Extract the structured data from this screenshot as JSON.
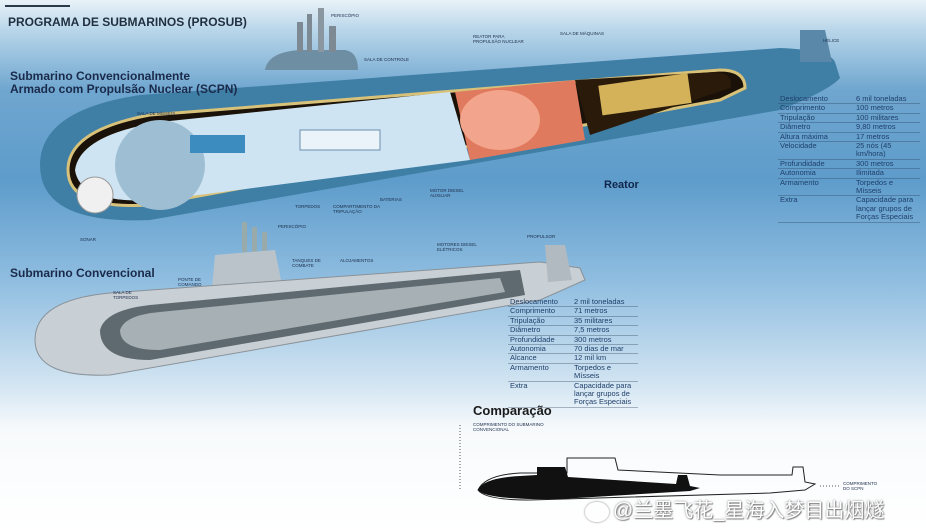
{
  "title": "PROGRAMA DE SUBMARINOS (PROSUB)",
  "nuclear": {
    "heading_line1": "Submarino Convencionalmente",
    "heading_line2": "Armado com Propulsão Nuclear (SCPN)",
    "reator_label": "Reator",
    "labels": {
      "periscope": "Periscópio",
      "control_room": "Sala de controle",
      "missile_room": "Sala de mísseis",
      "reactor": "Reator para propulsão nuclear",
      "machine_room": "Sala de máquinas",
      "propeller": "Hélice",
      "sonar": "Sonar",
      "torpedoes": "Torpedos",
      "crew": "Compartimento da tripulação",
      "batteries": "Baterias",
      "diesel": "Motor diesel auxiliar"
    },
    "specs": [
      {
        "k": "Deslocamento",
        "v": "6 mil toneladas"
      },
      {
        "k": "Comprimento",
        "v": "100 metros"
      },
      {
        "k": "Tripulação",
        "v": "100 militares"
      },
      {
        "k": "Diâmetro",
        "v": "9,80 metros"
      },
      {
        "k": "Altura máxima",
        "v": "17 metros"
      },
      {
        "k": "Velocidade",
        "v": "25 nós (45 km/hora)"
      },
      {
        "k": "Profundidade",
        "v": "300 metros"
      },
      {
        "k": "Autonomia",
        "v": "Ilimitada"
      },
      {
        "k": "Armamento",
        "v": "Torpedos e Mísseis"
      },
      {
        "k": "Extra",
        "v": "Capacidade para lançar grupos de Forças Especiais"
      }
    ]
  },
  "conventional": {
    "heading": "Submarino Convencional",
    "labels": {
      "periscope": "Periscópio",
      "torpedo_room": "Sala de torpedos",
      "bridge": "Ponte de comando",
      "tanks": "Tanques de combate",
      "quarters": "Alojamentos",
      "engines": "Motores diesel elétricos",
      "propeller": "Propulsor"
    },
    "specs": [
      {
        "k": "Deslocamento",
        "v": "2 mil toneladas"
      },
      {
        "k": "Comprimento",
        "v": "71 metros"
      },
      {
        "k": "Tripulação",
        "v": "35 militares"
      },
      {
        "k": "Diâmetro",
        "v": "7,5 metros"
      },
      {
        "k": "Profundidade",
        "v": "300 metros"
      },
      {
        "k": "Autonomia",
        "v": "70 dias de mar"
      },
      {
        "k": "Alcance",
        "v": "12 mil km"
      },
      {
        "k": "Armamento",
        "v": "Torpedos e Mísseis"
      },
      {
        "k": "Extra",
        "v": "Capacidade para lançar grupos de Forças Especiais"
      }
    ]
  },
  "comparison": {
    "heading": "Comparação",
    "conv_length_label": "Comprimento do submarino convencional",
    "scpn_length_label": "Comprimento do SCPN"
  },
  "watermark": "@兰墨飞花_星海入梦目出烟燧"
}
